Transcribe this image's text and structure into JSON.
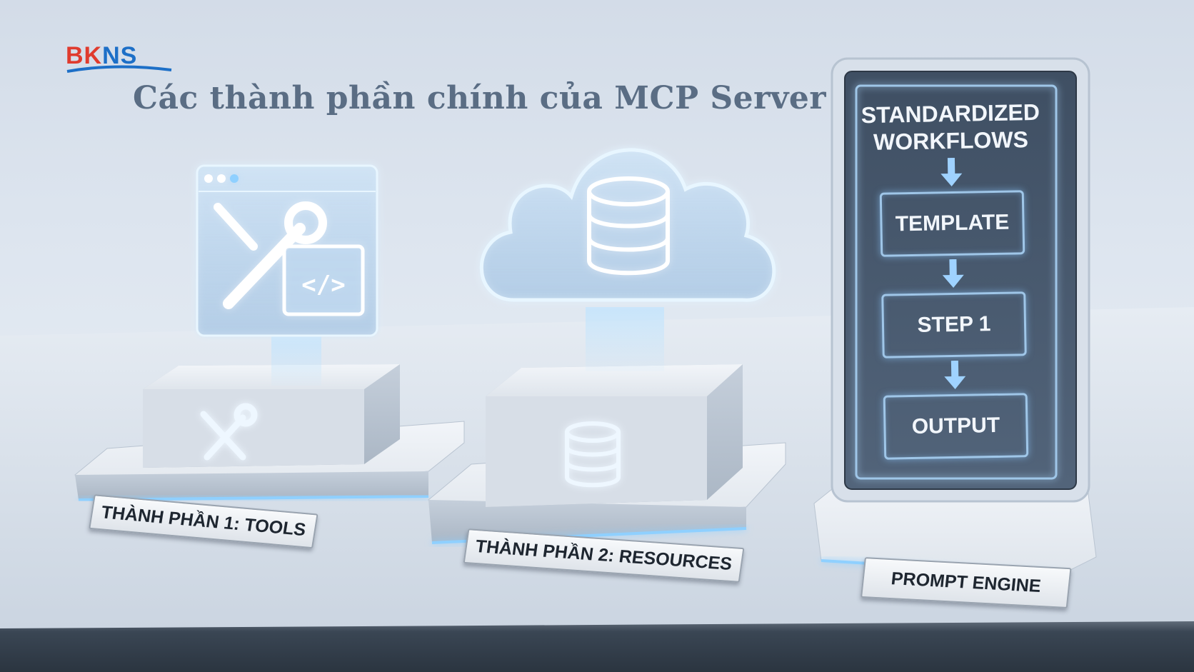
{
  "brand": {
    "logo_text_left": "BK",
    "logo_text_right": "NS"
  },
  "title": "Các thành phần chính của MCP Server",
  "components": [
    {
      "label": "THÀNH PHẦN 1: TOOLS",
      "icon": "wrench-screwdriver-icon"
    },
    {
      "label": "THÀNH PHẦN 2: RESOURCES",
      "icon": "database-icon"
    },
    {
      "label": "PROMPT ENGINE",
      "icon": "workflow-display"
    }
  ],
  "workflow": {
    "heading": "STANDARDIZED WORKFLOWS",
    "steps": [
      "TEMPLATE",
      "STEP 1",
      "OUTPUT"
    ]
  },
  "colors": {
    "glow": "#8fd0ff",
    "brand_red": "#e03b2e",
    "brand_blue": "#1d6fc7",
    "title": "#5a6d84"
  }
}
